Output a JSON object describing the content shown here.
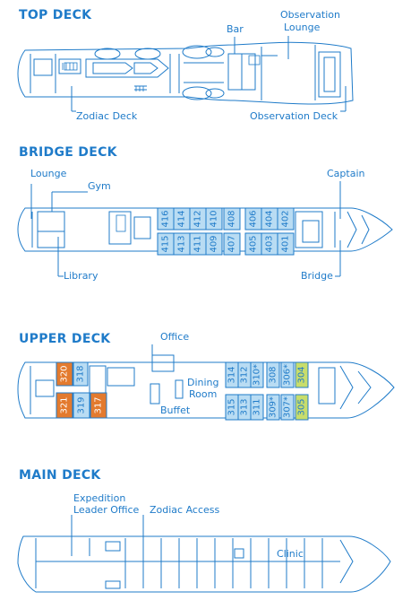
{
  "colors": {
    "line": "#1f7bc9",
    "cabin_standard": "#b9dcf3",
    "cabin_orange": "#e37a2e",
    "cabin_green": "#c8dd6b",
    "background": "#ffffff"
  },
  "top_deck": {
    "title": "TOP DECK",
    "labels": {
      "bar": "Bar",
      "observation_lounge_1": "Observation",
      "observation_lounge_2": "Lounge",
      "zodiac_deck": "Zodiac Deck",
      "observation_deck": "Observation Deck"
    }
  },
  "bridge_deck": {
    "title": "BRIDGE DECK",
    "labels": {
      "lounge": "Lounge",
      "gym": "Gym",
      "captain": "Captain",
      "library": "Library",
      "bridge": "Bridge"
    },
    "cabins_top": [
      "416",
      "414",
      "412",
      "410",
      "408",
      "406",
      "404",
      "402"
    ],
    "cabins_bottom": [
      "415",
      "413",
      "411",
      "409",
      "407",
      "405",
      "403",
      "401"
    ]
  },
  "upper_deck": {
    "title": "UPPER DECK",
    "labels": {
      "office": "Office",
      "dining_1": "Dining",
      "dining_2": "Room",
      "buffet": "Buffet"
    },
    "cabins_left_top": [
      {
        "number": "320",
        "category": "orange"
      },
      {
        "number": "318",
        "category": "standard"
      }
    ],
    "cabins_left_bottom": [
      {
        "number": "321",
        "category": "orange"
      },
      {
        "number": "319",
        "category": "standard"
      },
      {
        "number": "317",
        "category": "orange"
      }
    ],
    "cabins_right_top": [
      {
        "number": "314",
        "category": "standard"
      },
      {
        "number": "312",
        "category": "standard"
      },
      {
        "number": "310*",
        "category": "standard"
      },
      {
        "number": "308",
        "category": "standard"
      },
      {
        "number": "306*",
        "category": "standard"
      },
      {
        "number": "304",
        "category": "green"
      }
    ],
    "cabins_right_bottom": [
      {
        "number": "315",
        "category": "standard"
      },
      {
        "number": "313",
        "category": "standard"
      },
      {
        "number": "311",
        "category": "standard"
      },
      {
        "number": "309*",
        "category": "standard"
      },
      {
        "number": "307*",
        "category": "standard"
      },
      {
        "number": "305",
        "category": "green"
      }
    ]
  },
  "main_deck": {
    "title": "MAIN DECK",
    "labels": {
      "expedition_1": "Expedition",
      "expedition_2": "Leader Office",
      "zodiac_access": "Zodiac Access",
      "clinic": "Clinic"
    }
  }
}
